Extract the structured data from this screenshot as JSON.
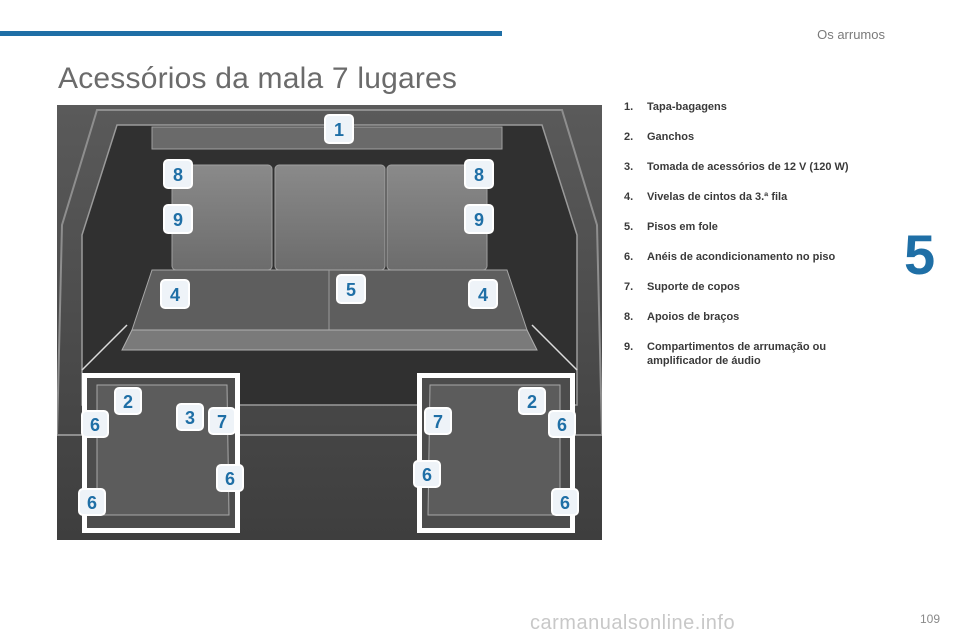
{
  "header": {
    "section": "Os arrumos"
  },
  "page": {
    "title": "Acessórios da mala 7 lugares",
    "chapter": "5",
    "number": "109"
  },
  "figure": {
    "callouts_main": [
      "1",
      "8",
      "8",
      "9",
      "9",
      "4",
      "5",
      "4"
    ],
    "callouts_left": [
      "2",
      "6",
      "3",
      "7",
      "6",
      "6"
    ],
    "callouts_right": [
      "7",
      "2",
      "6",
      "6",
      "6"
    ]
  },
  "legend": [
    {
      "num": "1.",
      "text": "Tapa-bagagens"
    },
    {
      "num": "2.",
      "text": "Ganchos"
    },
    {
      "num": "3.",
      "text": "Tomada de acessórios de 12 V (120 W)"
    },
    {
      "num": "4.",
      "text": "Vivelas de cintos da 3.ª fila"
    },
    {
      "num": "5.",
      "text": "Pisos em fole"
    },
    {
      "num": "6.",
      "text": "Anéis de acondicionamento no piso"
    },
    {
      "num": "7.",
      "text": "Suporte de copos"
    },
    {
      "num": "8.",
      "text": "Apoios de braços"
    },
    {
      "num": "9.",
      "text": "Compartimentos de arrumação ou amplificador de áudio"
    }
  ],
  "watermark": "carmanualsonline.info"
}
